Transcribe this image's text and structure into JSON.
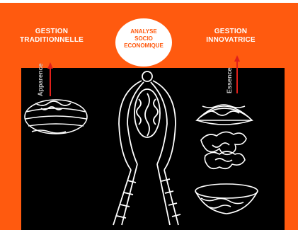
{
  "headings": {
    "left": [
      "GESTION",
      "TRADITIONNELLE"
    ],
    "right": [
      "GESTION",
      "INNOVATRICE"
    ]
  },
  "center_circle": {
    "lines": [
      "ANALYSE",
      "SOCIO",
      "ECONOMIQUE"
    ]
  },
  "arrows": {
    "left_label": "Apparence",
    "right_label": "Essence"
  },
  "colors": {
    "background": "#FF5A0F",
    "panel": "#000000",
    "text": "#FFFFFF",
    "arrow": "#E0201B"
  },
  "illustrations": [
    "walnut-whole-icon",
    "nutcracker-icon",
    "walnut-half-shell-icon",
    "walnut-kernel-icon",
    "walnut-shell-bottom-icon"
  ]
}
